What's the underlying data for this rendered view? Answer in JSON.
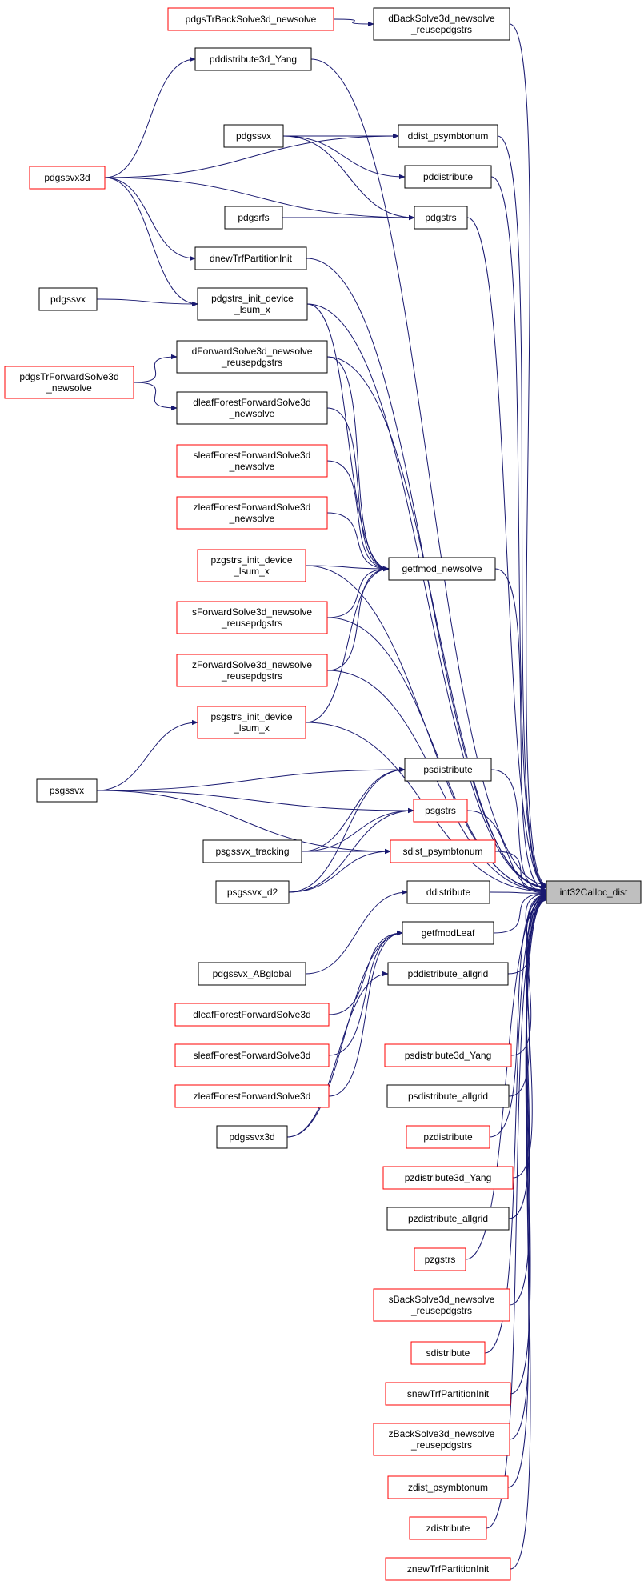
{
  "colors": {
    "edge": "#191970",
    "border_default": "#000000",
    "border_linked": "#ff0000",
    "target_fill": "#bfbfbf"
  },
  "nodes": [
    {
      "id": "n01",
      "lines": [
        "pdgsTrBackSolve3d_newsolve"
      ],
      "kind": "linked"
    },
    {
      "id": "n02",
      "lines": [
        "dBackSolve3d_newsolve",
        "_reusepdgstrs"
      ],
      "kind": "plain"
    },
    {
      "id": "n03",
      "lines": [
        "pddistribute3d_Yang"
      ],
      "kind": "plain"
    },
    {
      "id": "n04",
      "lines": [
        "pdgssvx"
      ],
      "kind": "plain"
    },
    {
      "id": "n05",
      "lines": [
        "ddist_psymbtonum"
      ],
      "kind": "plain"
    },
    {
      "id": "n06",
      "lines": [
        "pdgssvx3d"
      ],
      "kind": "linked"
    },
    {
      "id": "n07",
      "lines": [
        "pddistribute"
      ],
      "kind": "plain"
    },
    {
      "id": "n08",
      "lines": [
        "pdgsrfs"
      ],
      "kind": "plain"
    },
    {
      "id": "n09",
      "lines": [
        "pdgstrs"
      ],
      "kind": "plain"
    },
    {
      "id": "n10",
      "lines": [
        "dnewTrfPartitionInit"
      ],
      "kind": "plain"
    },
    {
      "id": "n11",
      "lines": [
        "pdgssvx"
      ],
      "kind": "plain"
    },
    {
      "id": "n12",
      "lines": [
        "pdgstrs_init_device",
        "_lsum_x"
      ],
      "kind": "plain"
    },
    {
      "id": "n13",
      "lines": [
        "dForwardSolve3d_newsolve",
        "_reusepdgstrs"
      ],
      "kind": "plain"
    },
    {
      "id": "n14",
      "lines": [
        "pdgsTrForwardSolve3d",
        "_newsolve"
      ],
      "kind": "linked"
    },
    {
      "id": "n15",
      "lines": [
        "dleafForestForwardSolve3d",
        "_newsolve"
      ],
      "kind": "plain"
    },
    {
      "id": "n16",
      "lines": [
        "sleafForestForwardSolve3d",
        "_newsolve"
      ],
      "kind": "linked"
    },
    {
      "id": "n17",
      "lines": [
        "zleafForestForwardSolve3d",
        "_newsolve"
      ],
      "kind": "linked"
    },
    {
      "id": "n18",
      "lines": [
        "pzgstrs_init_device",
        "_lsum_x"
      ],
      "kind": "linked"
    },
    {
      "id": "n19",
      "lines": [
        "getfmod_newsolve"
      ],
      "kind": "plain"
    },
    {
      "id": "n20",
      "lines": [
        "sForwardSolve3d_newsolve",
        "_reusepdgstrs"
      ],
      "kind": "linked"
    },
    {
      "id": "n21",
      "lines": [
        "zForwardSolve3d_newsolve",
        "_reusepdgstrs"
      ],
      "kind": "linked"
    },
    {
      "id": "n22",
      "lines": [
        "psgstrs_init_device",
        "_lsum_x"
      ],
      "kind": "linked"
    },
    {
      "id": "n23",
      "lines": [
        "psdistribute"
      ],
      "kind": "plain"
    },
    {
      "id": "n24",
      "lines": [
        "psgssvx"
      ],
      "kind": "plain"
    },
    {
      "id": "n25",
      "lines": [
        "psgstrs"
      ],
      "kind": "linked"
    },
    {
      "id": "n26",
      "lines": [
        "psgssvx_tracking"
      ],
      "kind": "plain"
    },
    {
      "id": "n27",
      "lines": [
        "sdist_psymbtonum"
      ],
      "kind": "linked"
    },
    {
      "id": "n28",
      "lines": [
        "int32Calloc_dist"
      ],
      "kind": "target"
    },
    {
      "id": "n29",
      "lines": [
        "psgssvx_d2"
      ],
      "kind": "plain"
    },
    {
      "id": "n30",
      "lines": [
        "ddistribute"
      ],
      "kind": "plain"
    },
    {
      "id": "n31",
      "lines": [
        "getfmodLeaf"
      ],
      "kind": "plain"
    },
    {
      "id": "n32",
      "lines": [
        "pdgssvx_ABglobal"
      ],
      "kind": "plain"
    },
    {
      "id": "n33",
      "lines": [
        "pddistribute_allgrid"
      ],
      "kind": "plain"
    },
    {
      "id": "n34",
      "lines": [
        "dleafForestForwardSolve3d"
      ],
      "kind": "linked"
    },
    {
      "id": "n35",
      "lines": [
        "sleafForestForwardSolve3d"
      ],
      "kind": "linked"
    },
    {
      "id": "n36",
      "lines": [
        "psdistribute3d_Yang"
      ],
      "kind": "linked"
    },
    {
      "id": "n37",
      "lines": [
        "zleafForestForwardSolve3d"
      ],
      "kind": "linked"
    },
    {
      "id": "n38",
      "lines": [
        "psdistribute_allgrid"
      ],
      "kind": "plain"
    },
    {
      "id": "n39",
      "lines": [
        "pdgssvx3d"
      ],
      "kind": "plain"
    },
    {
      "id": "n40",
      "lines": [
        "pzdistribute"
      ],
      "kind": "linked"
    },
    {
      "id": "n41",
      "lines": [
        "pzdistribute3d_Yang"
      ],
      "kind": "linked"
    },
    {
      "id": "n42",
      "lines": [
        "pzdistribute_allgrid"
      ],
      "kind": "plain"
    },
    {
      "id": "n43",
      "lines": [
        "pzgstrs"
      ],
      "kind": "linked"
    },
    {
      "id": "n44",
      "lines": [
        "sBackSolve3d_newsolve",
        "_reusepdgstrs"
      ],
      "kind": "linked"
    },
    {
      "id": "n45",
      "lines": [
        "sdistribute"
      ],
      "kind": "linked"
    },
    {
      "id": "n46",
      "lines": [
        "snewTrfPartitionInit"
      ],
      "kind": "linked"
    },
    {
      "id": "n47",
      "lines": [
        "zBackSolve3d_newsolve",
        "_reusepdgstrs"
      ],
      "kind": "linked"
    },
    {
      "id": "n48",
      "lines": [
        "zdist_psymbtonum"
      ],
      "kind": "linked"
    },
    {
      "id": "n49",
      "lines": [
        "zdistribute"
      ],
      "kind": "linked"
    },
    {
      "id": "n50",
      "lines": [
        "znewTrfPartitionInit"
      ],
      "kind": "linked"
    }
  ],
  "edges": [
    [
      "n01",
      "n02"
    ],
    [
      "n02",
      "n28"
    ],
    [
      "n03",
      "n28"
    ],
    [
      "n04",
      "n05"
    ],
    [
      "n04",
      "n07"
    ],
    [
      "n04",
      "n09"
    ],
    [
      "n05",
      "n28"
    ],
    [
      "n06",
      "n03"
    ],
    [
      "n06",
      "n05"
    ],
    [
      "n06",
      "n09"
    ],
    [
      "n06",
      "n10"
    ],
    [
      "n06",
      "n12"
    ],
    [
      "n07",
      "n28"
    ],
    [
      "n08",
      "n09"
    ],
    [
      "n09",
      "n28"
    ],
    [
      "n10",
      "n28"
    ],
    [
      "n11",
      "n12"
    ],
    [
      "n12",
      "n19"
    ],
    [
      "n12",
      "n28"
    ],
    [
      "n13",
      "n19"
    ],
    [
      "n13",
      "n28"
    ],
    [
      "n14",
      "n13"
    ],
    [
      "n14",
      "n15"
    ],
    [
      "n15",
      "n19"
    ],
    [
      "n16",
      "n19"
    ],
    [
      "n17",
      "n19"
    ],
    [
      "n18",
      "n19"
    ],
    [
      "n18",
      "n28"
    ],
    [
      "n19",
      "n28"
    ],
    [
      "n20",
      "n19"
    ],
    [
      "n20",
      "n28"
    ],
    [
      "n21",
      "n19"
    ],
    [
      "n21",
      "n28"
    ],
    [
      "n22",
      "n19"
    ],
    [
      "n22",
      "n28"
    ],
    [
      "n23",
      "n28"
    ],
    [
      "n24",
      "n22"
    ],
    [
      "n24",
      "n23"
    ],
    [
      "n24",
      "n25"
    ],
    [
      "n24",
      "n27"
    ],
    [
      "n25",
      "n28"
    ],
    [
      "n26",
      "n23"
    ],
    [
      "n26",
      "n25"
    ],
    [
      "n26",
      "n27"
    ],
    [
      "n27",
      "n28"
    ],
    [
      "n29",
      "n23"
    ],
    [
      "n29",
      "n25"
    ],
    [
      "n29",
      "n27"
    ],
    [
      "n30",
      "n28"
    ],
    [
      "n31",
      "n28"
    ],
    [
      "n32",
      "n30"
    ],
    [
      "n33",
      "n28"
    ],
    [
      "n34",
      "n31"
    ],
    [
      "n35",
      "n31"
    ],
    [
      "n36",
      "n28"
    ],
    [
      "n37",
      "n31"
    ],
    [
      "n38",
      "n28"
    ],
    [
      "n39",
      "n31"
    ],
    [
      "n39",
      "n33"
    ],
    [
      "n40",
      "n28"
    ],
    [
      "n41",
      "n28"
    ],
    [
      "n42",
      "n28"
    ],
    [
      "n43",
      "n28"
    ],
    [
      "n44",
      "n28"
    ],
    [
      "n45",
      "n28"
    ],
    [
      "n46",
      "n28"
    ],
    [
      "n47",
      "n28"
    ],
    [
      "n48",
      "n28"
    ],
    [
      "n49",
      "n28"
    ],
    [
      "n50",
      "n28"
    ]
  ]
}
